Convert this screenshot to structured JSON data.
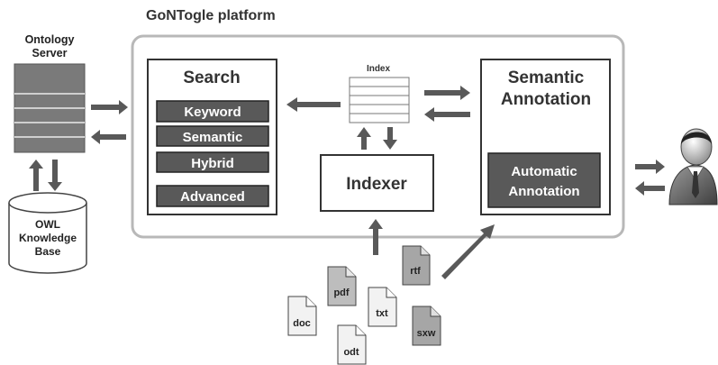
{
  "platform": {
    "title": "GoNTogle platform"
  },
  "ontology_server": {
    "label_line1": "Ontology",
    "label_line2": "Server"
  },
  "knowledge_base": {
    "label_line1": "OWL",
    "label_line2": "Knowledge",
    "label_line3": "Base"
  },
  "search": {
    "title": "Search",
    "options": [
      "Keyword",
      "Semantic",
      "Hybrid",
      "Advanced"
    ]
  },
  "index": {
    "label": "Index"
  },
  "indexer": {
    "label": "Indexer"
  },
  "semantic_annotation": {
    "title_line1": "Semantic",
    "title_line2": "Annotation",
    "auto_line1": "Automatic",
    "auto_line2": "Annotation"
  },
  "documents": {
    "rtf": "rtf",
    "pdf": "pdf",
    "txt": "txt",
    "doc": "doc",
    "sxw": "sxw",
    "odt": "odt"
  },
  "user": {
    "icon": "user-icon"
  },
  "colors": {
    "platform_border": "#b8b8b8",
    "dark_fill": "#595959",
    "arrow": "#595959",
    "server_fill": "#7a7a7a"
  }
}
